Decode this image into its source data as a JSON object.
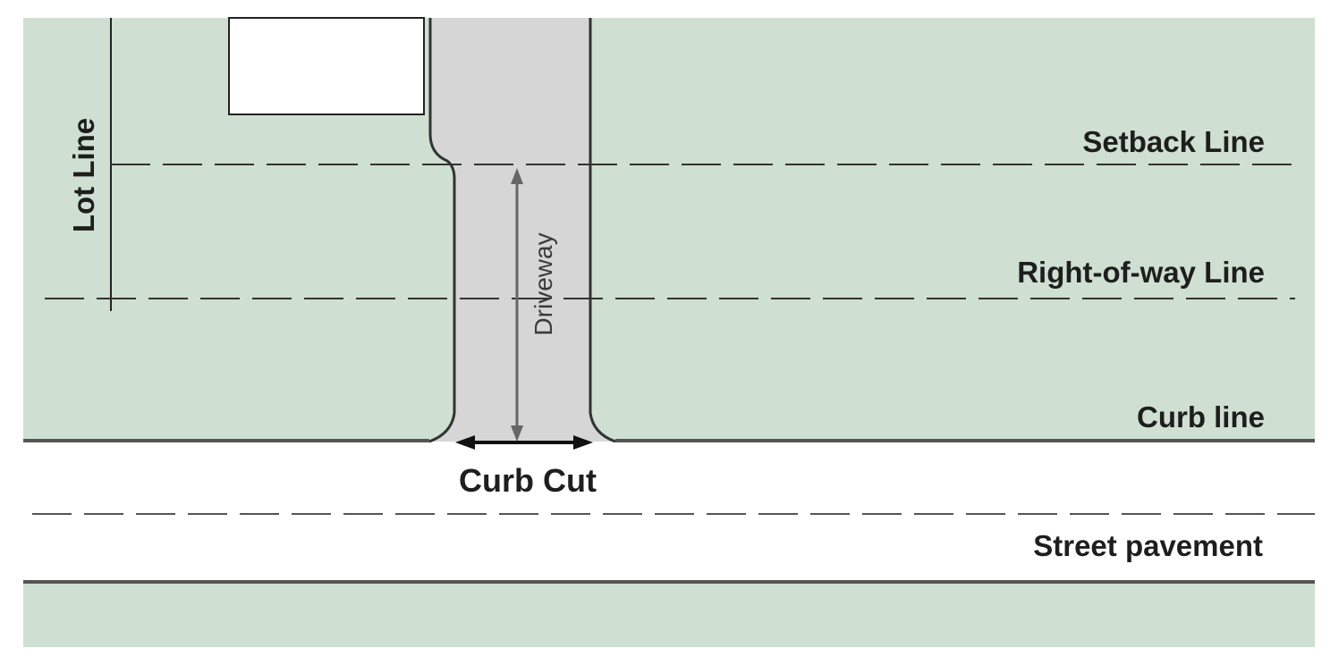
{
  "labels": {
    "lot_line": "Lot Line",
    "setback_line": "Setback Line",
    "right_of_way_line": "Right-of-way Line",
    "driveway": "Driveway",
    "curb_line": "Curb line",
    "curb_cut": "Curb Cut",
    "street_pavement": "Street pavement"
  },
  "colors": {
    "lawn": "#cfdfd1",
    "driveway": "#d6d6d6",
    "street": "#ffffff",
    "line": "#333333",
    "building": "#ffffff"
  }
}
